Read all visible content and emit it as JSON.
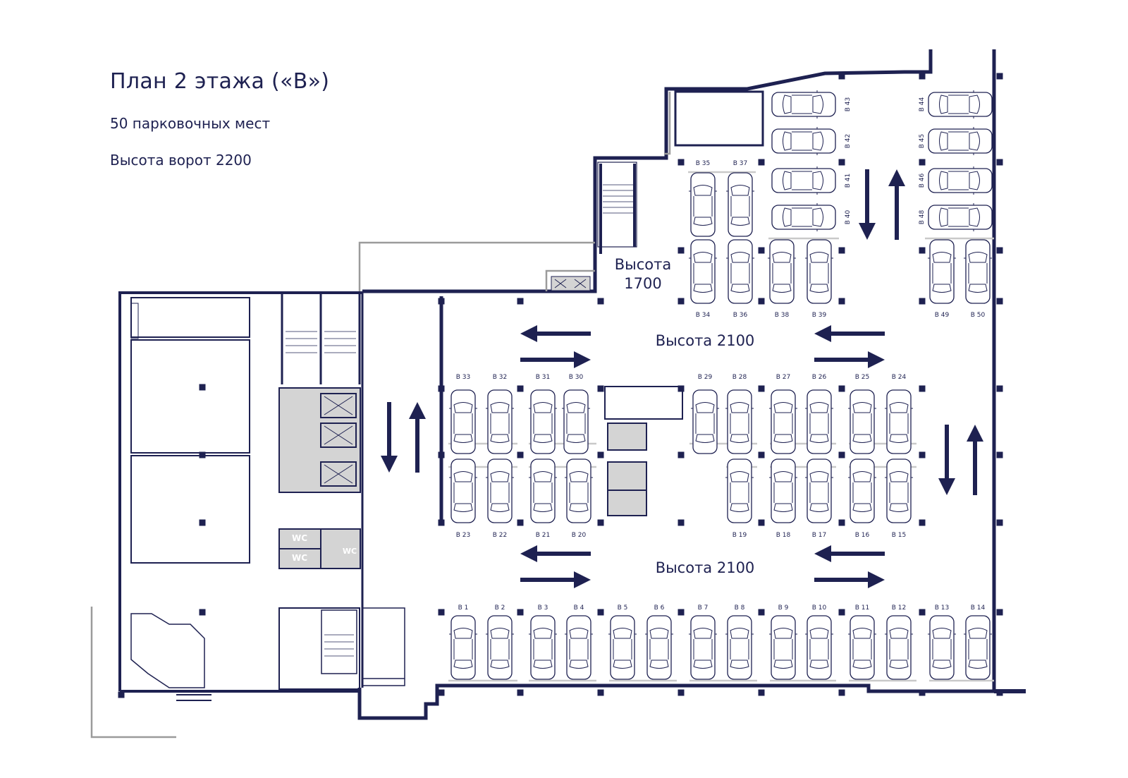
{
  "header": {
    "title": "План 2 этажа («В»)",
    "spaces": "50 парковочных мест",
    "gate_height": "Высота ворот 2200"
  },
  "zones": {
    "ramp_height_label": "Высота\n1700",
    "ramp_height_line1": "Высота",
    "ramp_height_line2": "1700",
    "aisle_top": "Высота 2100",
    "aisle_bottom": "Высота 2100"
  },
  "rooms": {
    "wc": "WC"
  },
  "colors": {
    "wall": "#1e2151",
    "service": "#d4d4d4",
    "line": "#808080"
  },
  "parking_spots": {
    "bottom_row": [
      "B 1",
      "B 2",
      "B 3",
      "B 4",
      "B 5",
      "B 6",
      "B 7",
      "B 8",
      "B 9",
      "B 10",
      "B 11",
      "B 12",
      "B 13",
      "B 14"
    ],
    "middle_lower": [
      "B 23",
      "B 22",
      "B 21",
      "B 20",
      "B 19",
      "B 18",
      "B 17",
      "B 16",
      "B 15"
    ],
    "middle_upper": [
      "B 33",
      "B 32",
      "B 31",
      "B 30",
      "B 29",
      "B 28",
      "B 27",
      "B 26",
      "B 25",
      "B 24"
    ],
    "upper_left": [
      "B 35",
      "B 37",
      "B 34",
      "B 36",
      "B 38",
      "B 39"
    ],
    "upper_side": [
      "B 43",
      "B 42",
      "B 41",
      "B 40",
      "B 44",
      "B 45",
      "B 46",
      "B 48"
    ],
    "upper_right": [
      "B 49",
      "B 50"
    ]
  }
}
